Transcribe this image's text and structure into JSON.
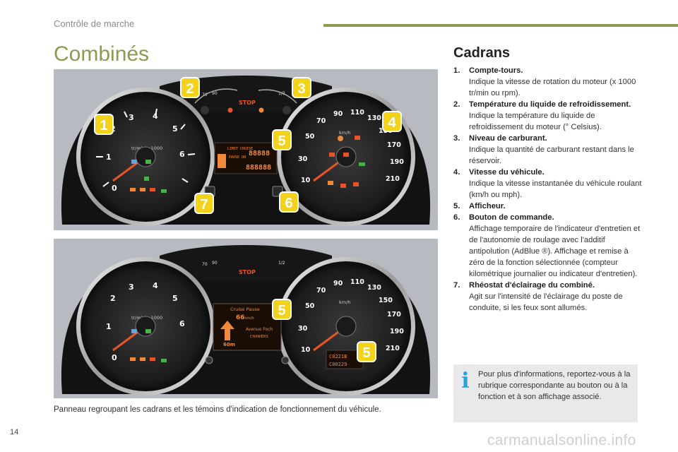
{
  "header": {
    "section_label": "Contrôle de marche"
  },
  "page_title": "Combinés",
  "section_title": "Cadrans",
  "figure": {
    "caption": "Panneau regroupant les cadrans et les témoins d'indication de fonctionnement du véhicule.",
    "panel1": {
      "tach_unit": "tr/min x 1000",
      "speed_unit": "km/h",
      "stop_label": "STOP",
      "temp_ticks": [
        "70",
        "90"
      ],
      "fuel_ticks": [
        "1/2"
      ],
      "display_top": "LIMIT CRUISE",
      "display_mid": "PAUSE ON",
      "display_digits_1": "88888",
      "display_digits_2": "888888",
      "callouts": [
        "1",
        "2",
        "3",
        "4",
        "5",
        "6",
        "7"
      ]
    },
    "panel2": {
      "tach_unit": "tr/min x 1000",
      "speed_unit": "km/h",
      "stop_label": "STOP",
      "temp_ticks": [
        "70",
        "90"
      ],
      "fuel_ticks": [
        "1/2"
      ],
      "display_line1": "Cruise  Pause",
      "display_speed": "66",
      "display_speed_unit": "km/h",
      "display_nav": "Avenue Foch",
      "display_nav_sub": "CHANIERS",
      "display_dist": "60m",
      "odometer_1": "C0221B",
      "odometer_2": "C00229",
      "callouts": [
        "5",
        "5"
      ]
    }
  },
  "items": [
    {
      "num": "1.",
      "title": "Compte-tours.",
      "desc": "Indique la vitesse de rotation du moteur (x 1000 tr/min ou rpm)."
    },
    {
      "num": "2.",
      "title": "Température du liquide de refroidissement.",
      "desc": "Indique la température du liquide de refroidissement du moteur (° Celsius)."
    },
    {
      "num": "3.",
      "title": "Niveau de carburant.",
      "desc": "Indique la quantité de carburant restant dans le réservoir."
    },
    {
      "num": "4.",
      "title": "Vitesse du véhicule.",
      "desc": "Indique la vitesse instantanée du véhicule roulant (km/h ou mph)."
    },
    {
      "num": "5.",
      "title": "Afficheur.",
      "desc": ""
    },
    {
      "num": "6.",
      "title": "Bouton de commande.",
      "desc": "Affichage temporaire de l'indicateur d'entretien et de l'autonomie de roulage avec l'additif antipolution (AdBlue ®). Affichage et remise à zéro de la fonction sélectionnée (compteur kilométrique journalier ou indicateur d'entretien)."
    },
    {
      "num": "7.",
      "title": "Rhéostat d'éclairage du combiné.",
      "desc": "Agit sur l'intensité de l'éclairage du poste de conduite, si les feux sont allumés."
    }
  ],
  "info_box": {
    "icon": "info-icon",
    "text": "Pour plus d'informations, reportez-vous à la rubrique correspondante au bouton ou à la fonction et à son affichage associé."
  },
  "page_number": "14",
  "watermark": "carmanualsonline.info",
  "colors": {
    "accent": "#8c9a52",
    "callout_bg": "#f2d21a",
    "info_blue": "#2aa3dc",
    "needle": "#e8542a"
  }
}
